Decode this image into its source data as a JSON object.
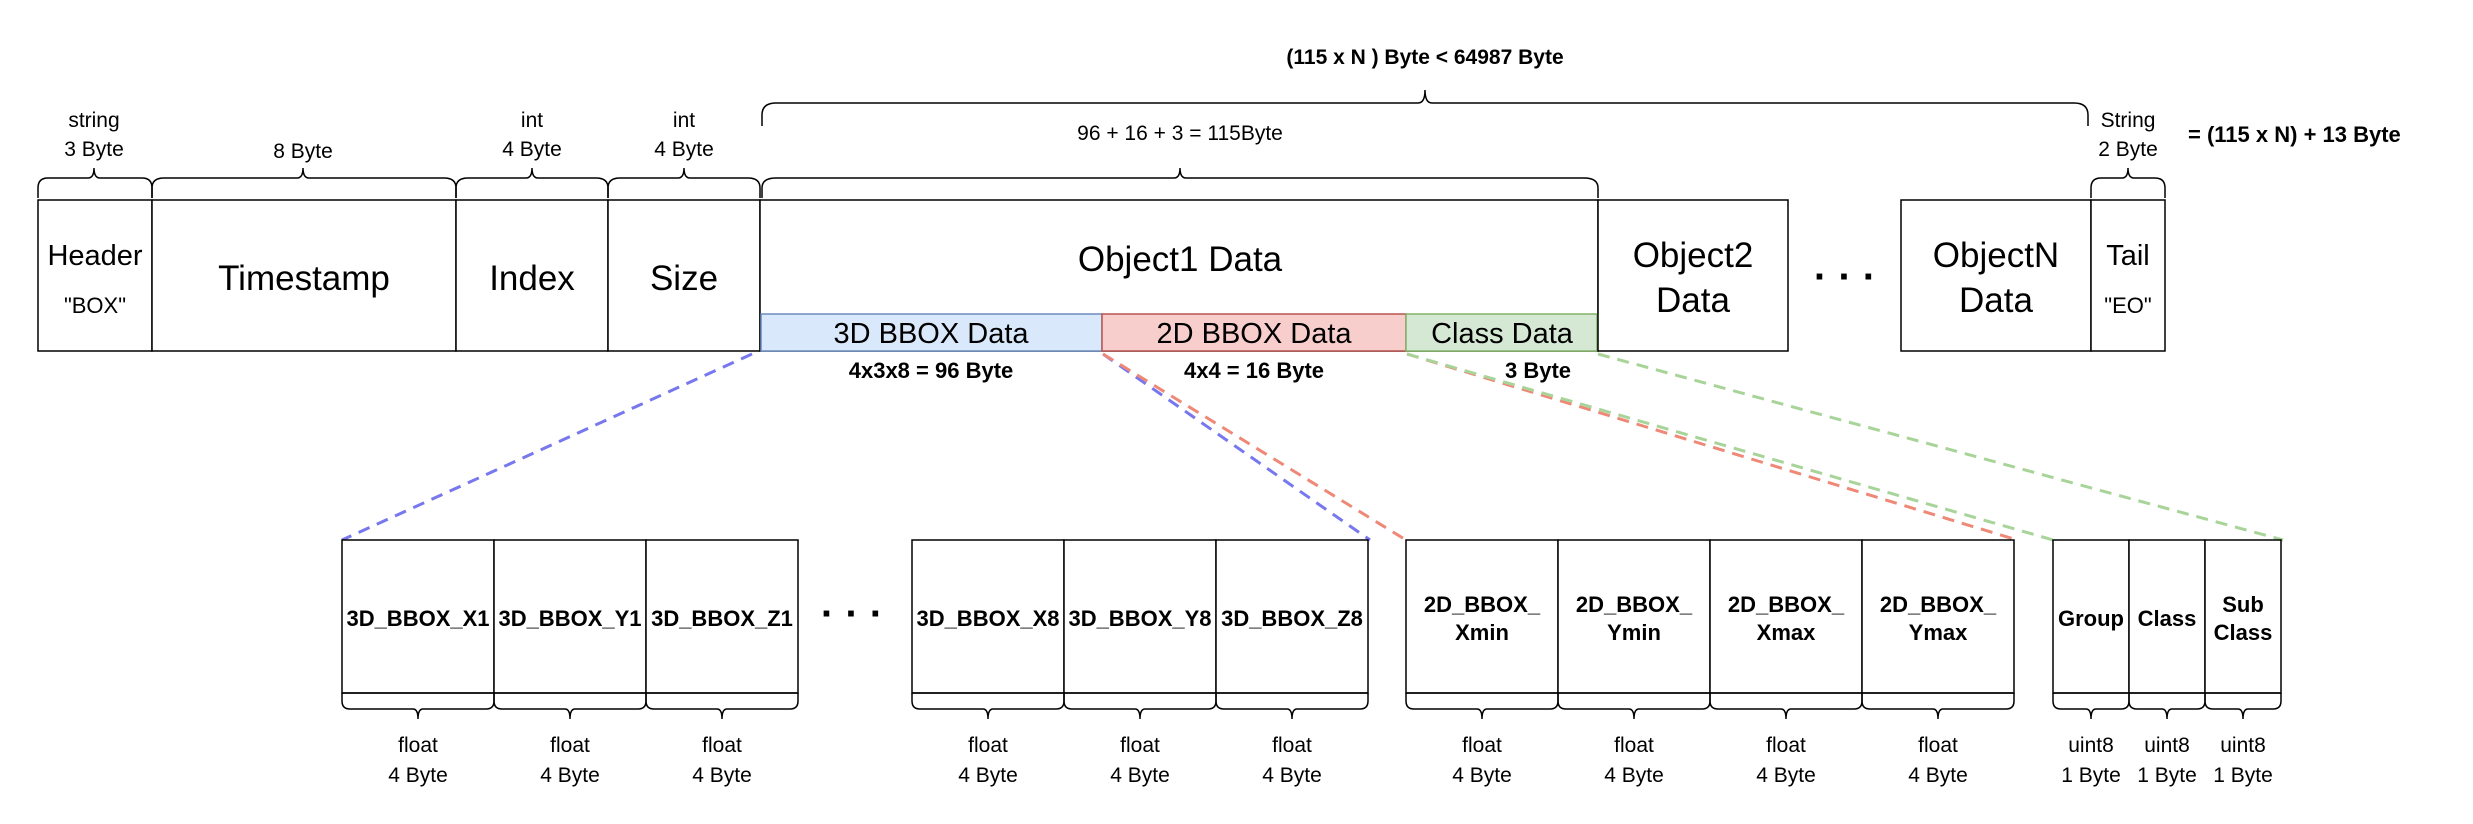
{
  "top": {
    "total_note": "(115 x N ) Byte < 64987 Byte",
    "object_note": "96 + 16 + 3 = 115Byte",
    "result": "= (115 x N) + 13 Byte"
  },
  "packet": {
    "header": {
      "type": "string",
      "size": "3 Byte",
      "label": "Header",
      "value": "\"BOX\""
    },
    "timestamp": {
      "size": "8 Byte",
      "label": "Timestamp"
    },
    "index": {
      "type": "int",
      "size": "4 Byte",
      "label": "Index"
    },
    "size": {
      "type": "int",
      "size": "4 Byte",
      "label": "Size"
    },
    "object1": {
      "label": "Object1 Data"
    },
    "object2": {
      "line1": "Object2",
      "line2": "Data"
    },
    "ellipsis": "· · ·",
    "objectN": {
      "line1": "ObjectN",
      "line2": "Data"
    },
    "tail": {
      "type": "String",
      "size": "2 Byte",
      "label": "Tail",
      "value": "\"EO\""
    }
  },
  "subsections": {
    "bbox3d": {
      "label": "3D BBOX Data",
      "size": "4x3x8 = 96 Byte",
      "color": "#dae8fc",
      "stroke": "#6c8ebf"
    },
    "bbox2d": {
      "label": "2D BBOX Data",
      "size": "4x4 = 16 Byte",
      "color": "#f8cecc",
      "stroke": "#b85450"
    },
    "classdata": {
      "label": "Class Data",
      "size": "3 Byte",
      "color": "#d5e8d4",
      "stroke": "#82b366"
    }
  },
  "connector_colors": {
    "bbox3d": "#7777ee",
    "bbox2d": "#ee8877",
    "classdata": "#a8d49a"
  },
  "fields3d": {
    "ellipsis": "· · ·",
    "items": [
      {
        "label": "3D_BBOX_X1",
        "type": "float",
        "size": "4 Byte"
      },
      {
        "label": "3D_BBOX_Y1",
        "type": "float",
        "size": "4 Byte"
      },
      {
        "label": "3D_BBOX_Z1",
        "type": "float",
        "size": "4 Byte"
      },
      {
        "label": "3D_BBOX_X8",
        "type": "float",
        "size": "4 Byte"
      },
      {
        "label": "3D_BBOX_Y8",
        "type": "float",
        "size": "4 Byte"
      },
      {
        "label": "3D_BBOX_Z8",
        "type": "float",
        "size": "4 Byte"
      }
    ]
  },
  "fields2d": [
    {
      "line1": "2D_BBOX_",
      "line2": "Xmin",
      "type": "float",
      "size": "4 Byte"
    },
    {
      "line1": "2D_BBOX_",
      "line2": "Ymin",
      "type": "float",
      "size": "4 Byte"
    },
    {
      "line1": "2D_BBOX_",
      "line2": "Xmax",
      "type": "float",
      "size": "4 Byte"
    },
    {
      "line1": "2D_BBOX_",
      "line2": "Ymax",
      "type": "float",
      "size": "4 Byte"
    }
  ],
  "fieldsClass": [
    {
      "line1": "Group",
      "line2": "",
      "type": "uint8",
      "size": "1 Byte"
    },
    {
      "line1": "Class",
      "line2": "",
      "type": "uint8",
      "size": "1 Byte"
    },
    {
      "line1": "Sub",
      "line2": "Class",
      "type": "uint8",
      "size": "1 Byte"
    }
  ]
}
